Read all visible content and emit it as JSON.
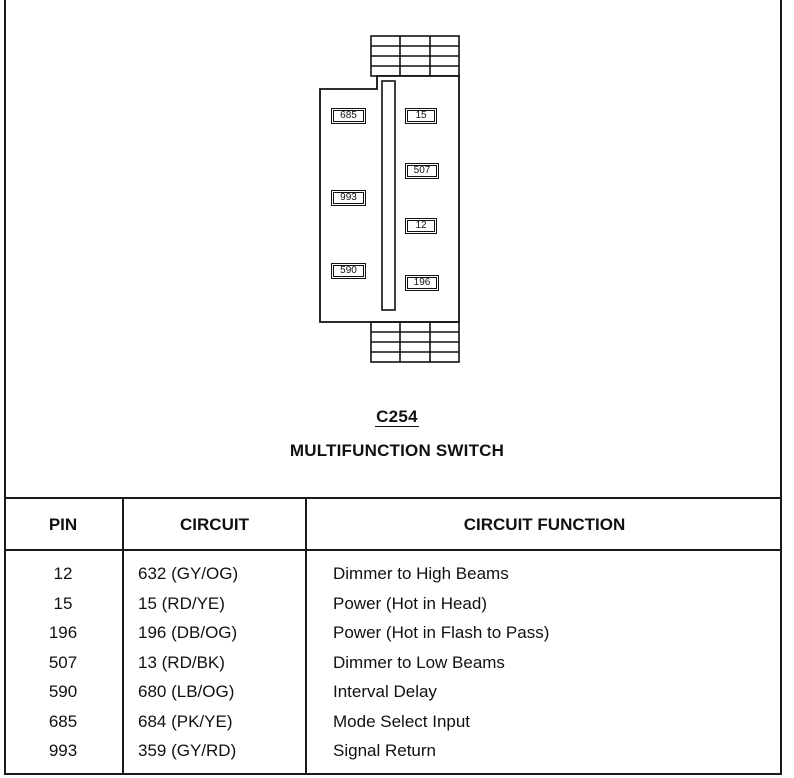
{
  "connector": {
    "code": "C254",
    "name": "MULTIFUNCTION SWITCH",
    "left_pins": [
      "685",
      "993",
      "590"
    ],
    "right_pins": [
      "15",
      "507",
      "12",
      "196"
    ]
  },
  "table": {
    "headers": [
      "PIN",
      "CIRCUIT",
      "CIRCUIT FUNCTION"
    ],
    "rows": [
      {
        "pin": "12",
        "circuit": "632 (GY/OG)",
        "function": "Dimmer to High Beams"
      },
      {
        "pin": "15",
        "circuit": "15 (RD/YE)",
        "function": "Power (Hot in Head)"
      },
      {
        "pin": "196",
        "circuit": "196 (DB/OG)",
        "function": "Power (Hot in Flash to Pass)"
      },
      {
        "pin": "507",
        "circuit": "13 (RD/BK)",
        "function": "Dimmer to Low Beams"
      },
      {
        "pin": "590",
        "circuit": "680 (LB/OG)",
        "function": "Interval Delay"
      },
      {
        "pin": "685",
        "circuit": "684 (PK/YE)",
        "function": "Mode Select Input"
      },
      {
        "pin": "993",
        "circuit": "359 (GY/RD)",
        "function": "Signal Return"
      }
    ]
  }
}
